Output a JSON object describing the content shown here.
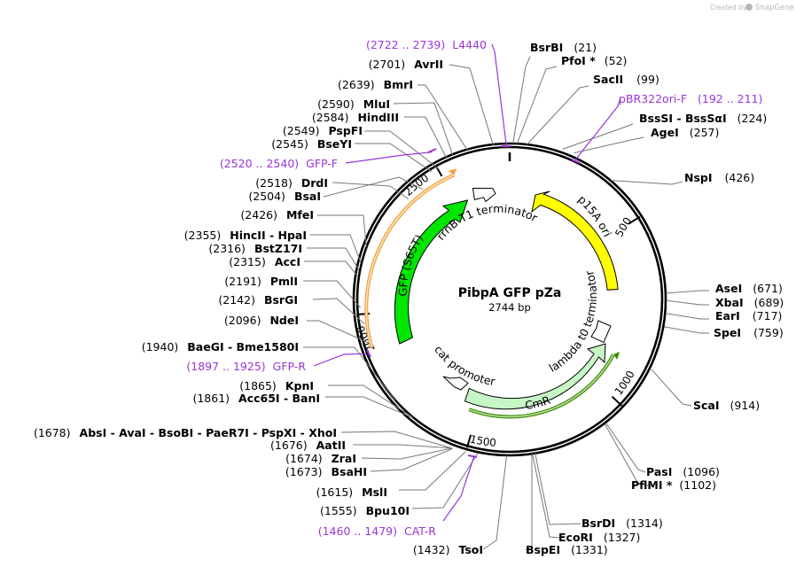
{
  "credit": {
    "prefix": "Created by",
    "brand": "SnapGene"
  },
  "plasmid": {
    "name": "PibpA GFP pZa",
    "length_label": "2744 bp"
  },
  "ticks": [
    {
      "bp": 500,
      "label": "500"
    },
    {
      "bp": 1000,
      "label": "1000"
    },
    {
      "bp": 1500,
      "label": "1500"
    },
    {
      "bp": 2000,
      "label": "2000"
    },
    {
      "bp": 2500,
      "label": "2500"
    }
  ],
  "sites": [
    {
      "id": "bsrbi",
      "name": "BsrBI",
      "pos": "(21)"
    },
    {
      "id": "pfoi",
      "name": "PfoI *",
      "pos": "(52)"
    },
    {
      "id": "sacii",
      "name": "SacII",
      "pos": "(99)"
    },
    {
      "id": "bsssi",
      "name": "BssSI  - BssSαI",
      "pos": "(224)"
    },
    {
      "id": "agei",
      "name": "AgeI",
      "pos": "(257)"
    },
    {
      "id": "nspi",
      "name": "NspI",
      "pos": "(426)"
    },
    {
      "id": "asei",
      "name": "AseI",
      "pos": "(671)"
    },
    {
      "id": "xbai",
      "name": "XbaI",
      "pos": "(689)"
    },
    {
      "id": "eari",
      "name": "EarI",
      "pos": "(717)"
    },
    {
      "id": "spei",
      "name": "SpeI",
      "pos": "(759)"
    },
    {
      "id": "scai",
      "name": "ScaI",
      "pos": "(914)"
    },
    {
      "id": "pasi",
      "name": "PasI",
      "pos": "(1096)"
    },
    {
      "id": "pflmi",
      "name": "PflMI *",
      "pos": "(1102)"
    },
    {
      "id": "bsrdi",
      "name": "BsrDI",
      "pos": "(1314)"
    },
    {
      "id": "ecori",
      "name": "EcoRI",
      "pos": "(1327)"
    },
    {
      "id": "bspei",
      "name": "BspEI",
      "pos": "(1331)"
    },
    {
      "id": "tsoi",
      "name": "TsoI",
      "pos": "(1432)"
    },
    {
      "id": "bpu10i",
      "name": "Bpu10I",
      "pos": "(1555)"
    },
    {
      "id": "msli",
      "name": "MslI",
      "pos": "(1615)"
    },
    {
      "id": "bsahi",
      "name": "BsaHI",
      "pos": "(1673)"
    },
    {
      "id": "zrai",
      "name": "ZraI",
      "pos": "(1674)"
    },
    {
      "id": "aatii",
      "name": "AatII",
      "pos": "(1676)"
    },
    {
      "id": "absi",
      "name": "AbsI  - AvaI  - BsoBI  - PaeR7I  - PspXI  - XhoI",
      "pos": "(1678)"
    },
    {
      "id": "acc65i",
      "name": "Acc65I  - BanI",
      "pos": "(1861)"
    },
    {
      "id": "kpni",
      "name": "KpnI",
      "pos": "(1865)"
    },
    {
      "id": "baegi",
      "name": "BaeGI  - Bme1580I",
      "pos": "(1940)"
    },
    {
      "id": "ndei",
      "name": "NdeI",
      "pos": "(2096)"
    },
    {
      "id": "bsrgi",
      "name": "BsrGI",
      "pos": "(2142)"
    },
    {
      "id": "pmli",
      "name": "PmlI",
      "pos": "(2191)"
    },
    {
      "id": "acci",
      "name": "AccI",
      "pos": "(2315)"
    },
    {
      "id": "bstz17i",
      "name": "BstZ17I",
      "pos": "(2316)"
    },
    {
      "id": "hincii",
      "name": "HincII  - HpaI",
      "pos": "(2355)"
    },
    {
      "id": "mfei",
      "name": "MfeI",
      "pos": "(2426)"
    },
    {
      "id": "bsai",
      "name": "BsaI",
      "pos": "(2504)"
    },
    {
      "id": "drdi",
      "name": "DrdI",
      "pos": "(2518)"
    },
    {
      "id": "bseyi",
      "name": "BseYI",
      "pos": "(2545)"
    },
    {
      "id": "pspfi",
      "name": "PspFI",
      "pos": "(2549)"
    },
    {
      "id": "hindiii",
      "name": "HindIII",
      "pos": "(2584)"
    },
    {
      "id": "mlui",
      "name": "MluI",
      "pos": "(2590)"
    },
    {
      "id": "bmri",
      "name": "BmrI",
      "pos": "(2639)"
    },
    {
      "id": "avrii",
      "name": "AvrII",
      "pos": "(2701)"
    }
  ],
  "primers": [
    {
      "id": "l4440",
      "name": "L4440",
      "range": "(2722 .. 2739)"
    },
    {
      "id": "pbr",
      "name": "pBR322ori-F",
      "range": "(192 .. 211)"
    },
    {
      "id": "gfpf",
      "name": "GFP-F",
      "range": "(2520 .. 2540)"
    },
    {
      "id": "gfpr",
      "name": "GFP-R",
      "range": "(1897 .. 1925)"
    },
    {
      "id": "catr",
      "name": "CAT-R",
      "range": "(1460 .. 1479)"
    }
  ],
  "features": [
    {
      "id": "rrnb",
      "label": "rrnB T1 terminator",
      "color": "#ffffff"
    },
    {
      "id": "p15a",
      "label": "p15A ori",
      "color": "#ffff00"
    },
    {
      "id": "lambda",
      "label": "lambda t0 terminator",
      "color": "#ffffff"
    },
    {
      "id": "cmr",
      "label": "CmR",
      "color": "#c6f5c6"
    },
    {
      "id": "catp",
      "label": "cat promoter",
      "color": "#ffffff"
    },
    {
      "id": "gfp",
      "label": "GFP (S65T)",
      "color": "#00e600"
    }
  ],
  "colors": {
    "primer": "#9b34d6",
    "orf_orange": "#f0a040",
    "orf_green": "#3a8a00"
  }
}
